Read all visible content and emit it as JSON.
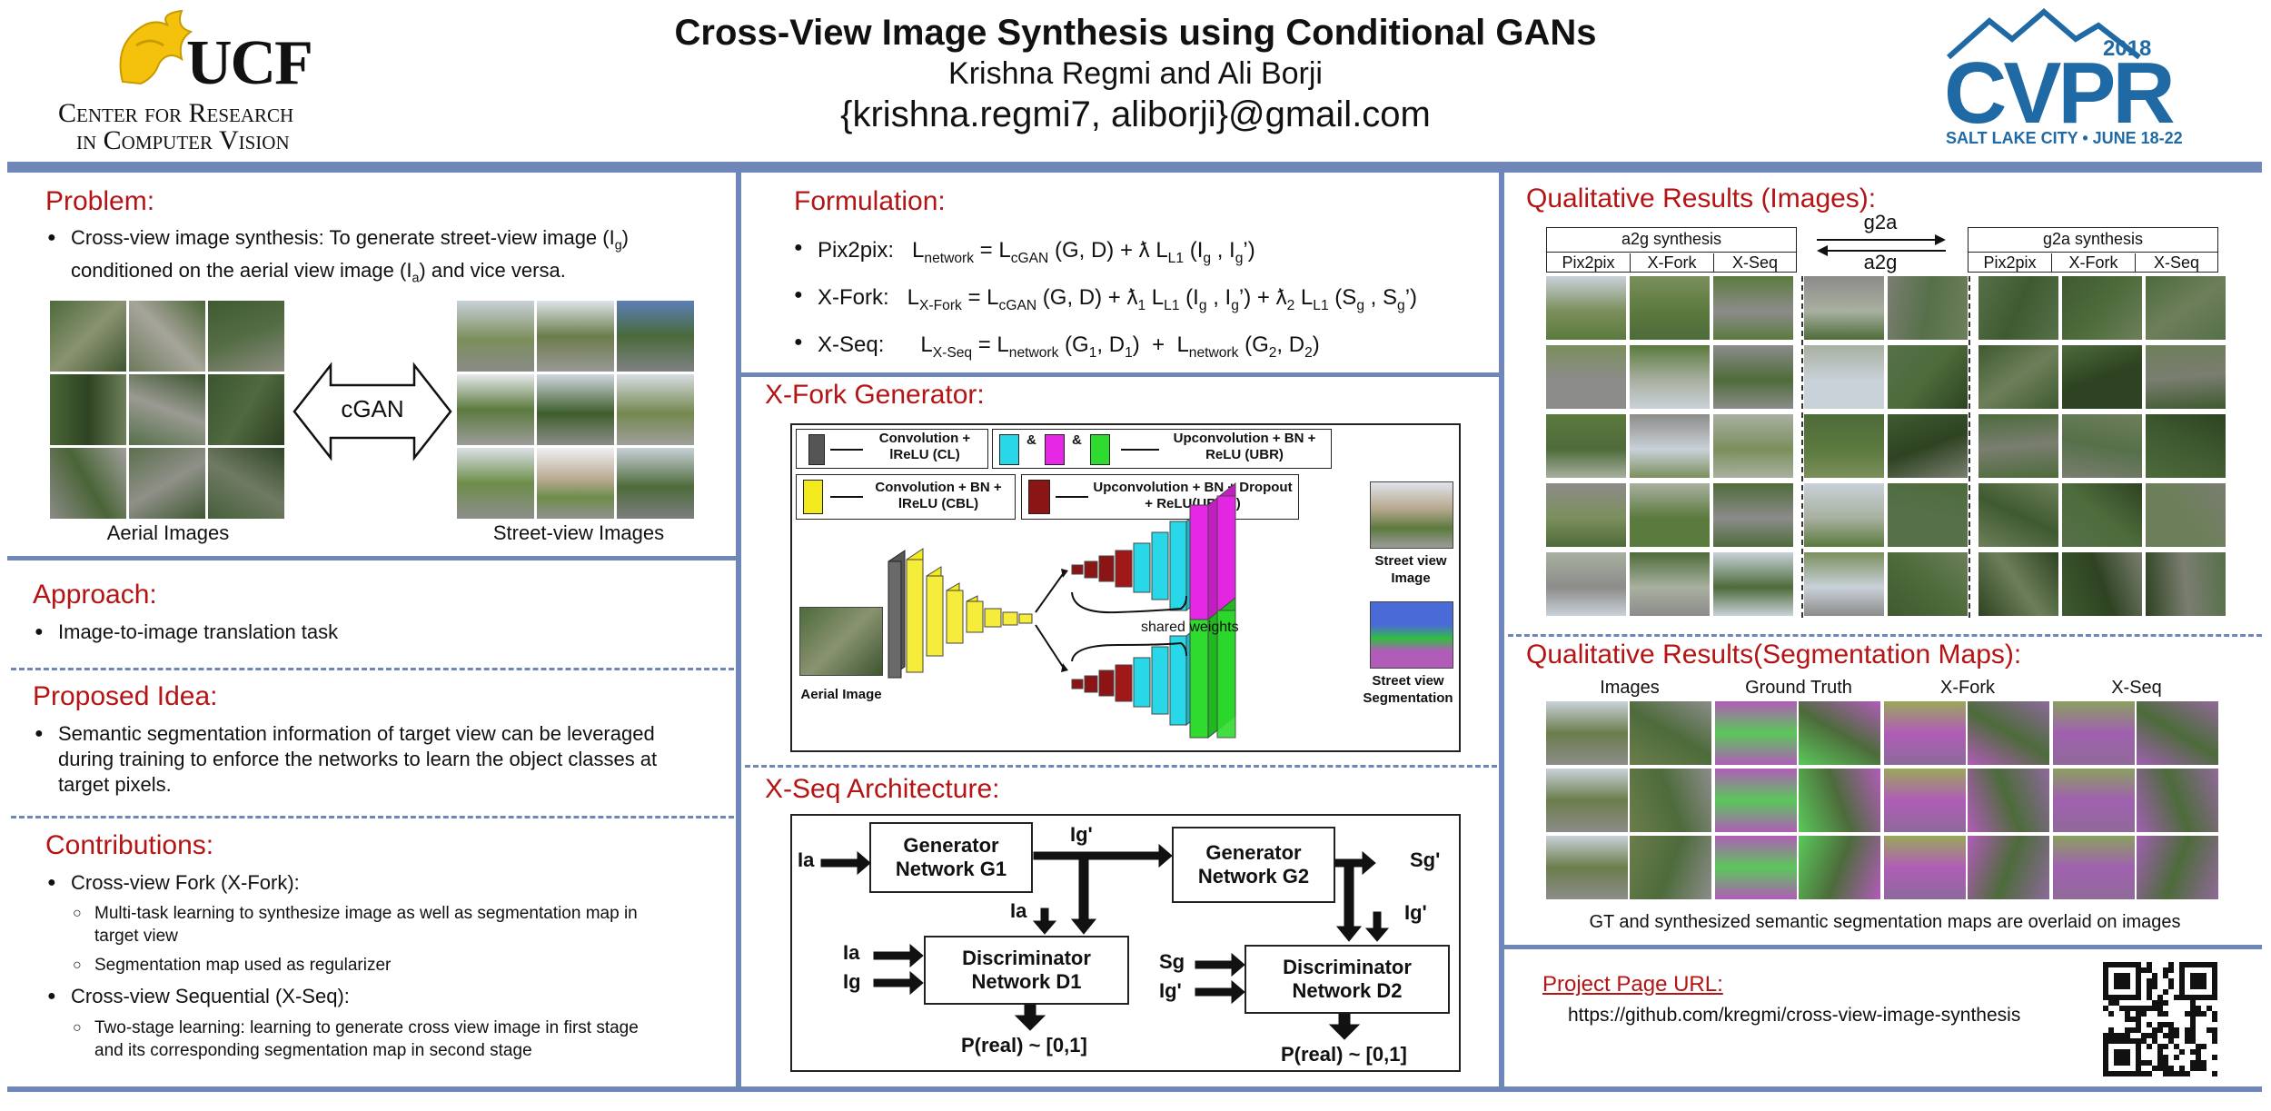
{
  "header": {
    "title": "Cross-View Image Synthesis using Conditional GANs",
    "authors": "Krishna Regmi and Ali Borji",
    "email": "{krishna.regmi7, aliborji}@gmail.com",
    "ucf_logo_text": "UCF",
    "ucf_center_line1": "Center for Research",
    "ucf_center_line2": "in Computer Vision",
    "cvpr_year": "2018",
    "cvpr_text": "CVPR",
    "cvpr_location": "SALT LAKE CITY • JUNE 18-22"
  },
  "problem": {
    "title": "Problem:",
    "bullet_line1": "Cross-view image synthesis: To generate street-view image (I",
    "bullet_line1_sub": "g",
    "bullet_line1_end": ")",
    "bullet_line2": "conditioned on the aerial view image (I",
    "bullet_line2_sub": "a",
    "bullet_line2_end": ") and vice versa.",
    "cgan": "cGAN",
    "aerial_label": "Aerial Images",
    "street_label": "Street-view Images"
  },
  "approach": {
    "title": "Approach:",
    "bullet": "Image-to-image translation task"
  },
  "proposed": {
    "title": "Proposed Idea:",
    "line1": "Semantic segmentation information of target view can be leveraged",
    "line2": "during training to enforce the networks to learn the object classes at",
    "line3": "target pixels."
  },
  "contributions": {
    "title": "Contributions:",
    "xfork": "Cross-view Fork (X-Fork):",
    "xfork_sub1_line1": "Multi-task learning to synthesize image as well as segmentation map in",
    "xfork_sub1_line2": "target view",
    "xfork_sub2": "Segmentation map used as regularizer",
    "xseq": "Cross-view Sequential (X-Seq):",
    "xseq_sub1_line1": "Two-stage learning: learning to generate cross view image in first stage",
    "xseq_sub1_line2": "and its corresponding segmentation map in second stage"
  },
  "formulation": {
    "title": "Formulation:",
    "pix2pix_label": "Pix2pix:",
    "xfork_label": "X-Fork:",
    "xseq_label": "X-Seq:"
  },
  "xfork_gen": {
    "title": "X-Fork Generator:",
    "legend_cl": "Convolution + lReLU (CL)",
    "legend_amp1": "&",
    "legend_amp2": "&",
    "legend_ubr": "Upconvolution + BN + ReLU (UBR)",
    "legend_cbl": "Convolution + BN + lReLU (CBL)",
    "legend_ubdr": "Upconvolution + BN + Dropout + ReLU(UBDR)",
    "aerial": "Aerial Image",
    "shared": "shared weights",
    "street_img": "Street view Image",
    "street_seg": "Street view Segmentation"
  },
  "xseq_arch": {
    "title": "X-Seq Architecture:",
    "gen1": "Generator Network G1",
    "gen2": "Generator Network G2",
    "disc1": "Discriminator Network D1",
    "disc2": "Discriminator Network D2",
    "ia": "Ia",
    "ig_prime": "Ig'",
    "ig": "Ig",
    "sg": "Sg",
    "sg_prime": "Sg'",
    "preal": "P(real) ~ [0,1]"
  },
  "qual_images": {
    "title": "Qualitative Results (Images):",
    "a2g": "a2g synthesis",
    "g2a_header": "g2a synthesis",
    "g2a_arrow": "g2a",
    "a2g_arrow": "a2g",
    "cols_left": [
      "Pix2pix",
      "X-Fork",
      "X-Seq"
    ],
    "cols_right": [
      "Pix2pix",
      "X-Fork",
      "X-Seq"
    ]
  },
  "qual_seg": {
    "title": "Qualitative Results(Segmentation Maps):",
    "cols": [
      "Images",
      "Ground Truth",
      "X-Fork",
      "X-Seq"
    ],
    "caption": "GT and synthesized semantic segmentation maps are overlaid on images"
  },
  "project": {
    "title": "Project Page URL:",
    "url": "https://github.com/kregmi/cross-view-image-synthesis"
  },
  "colors": {
    "accent_blue": "#6f86b8",
    "title_red": "#b41414",
    "ucf_gold": "#f4c20d",
    "cvpr_blue": "#1f6aa5"
  }
}
